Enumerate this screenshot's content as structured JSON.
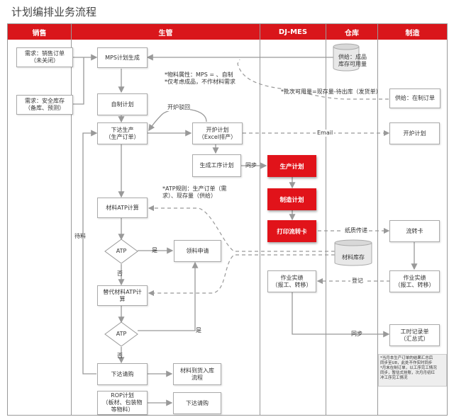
{
  "title": "计划编排业务流程",
  "lanes": [
    "销售",
    "生管",
    "DJ-MES",
    "仓库",
    "制造"
  ],
  "boxes": {
    "demand_sales": "需求：销售订单\n（未关闭）",
    "demand_safety": "需求：安全库存\n（备库、预测）",
    "mps": "MPS计划生成",
    "self_plan": "自制计划",
    "issue_prod": "下达生产\n（生产订单）",
    "kaolu_plan": "开炉计划\n（Excel排产）",
    "gen_proc": "生成工序计划",
    "atp_calc": "材料ATP计算",
    "lingliao": "领料申请",
    "alt_atp": "替代材料ATP计\n算",
    "xiada_caigou": "下达请购",
    "arrive": "材料到货入库\n流程",
    "rop": "ROP计划\n（板材、包装物\n等物料）",
    "xiada_caigou2": "下达请购",
    "work_report_mes": "作业实绩\n（报工、转移）",
    "kaolu_mfg": "开炉计划",
    "liuzhuan_card": "流转卡",
    "work_report_mfg": "作业实绩\n（报工、转移）",
    "work_hours": "工时记录单\n（汇总式）",
    "supply_mfg": "供给：在制订单"
  },
  "red_boxes": {
    "prod_plan": "生产计划",
    "mfg_plan": "制造计划",
    "print_card": "打印流转卡"
  },
  "decisions": [
    "ATP",
    "ATP"
  ],
  "databases": {
    "warehouse_supply": "供给：成品\n库存可用量",
    "material_stock": "材料库存"
  },
  "labels": {
    "mps_note": "*物料属性：MPS = 、自制\n*仅考虑成品，不作材料需求",
    "batch_note": "*批次可用量=现存量-待出库（发货单）",
    "kaolu_reject": "开炉驳回",
    "email": "Email",
    "sync1": "同步",
    "atp_note": "*ATP规则：生产订单（需\n求）、现存量（供给）",
    "paper": "纸质传递",
    "yes1": "是",
    "no1": "否",
    "yes2": "是",
    "no2": "否",
    "pending": "待料",
    "register": "登记",
    "sync2": "同步"
  },
  "footnote": "*当月本生产订单的结果汇总后\n同步至U8，此处不作实时同步\n*月末在制订单，以工序完工情况\n同步，暂估式挂账，次月月初红\n冲工序完工情况",
  "colors": {
    "accent": "#d9161b",
    "red_box": "#e1131a",
    "line": "#999999"
  }
}
